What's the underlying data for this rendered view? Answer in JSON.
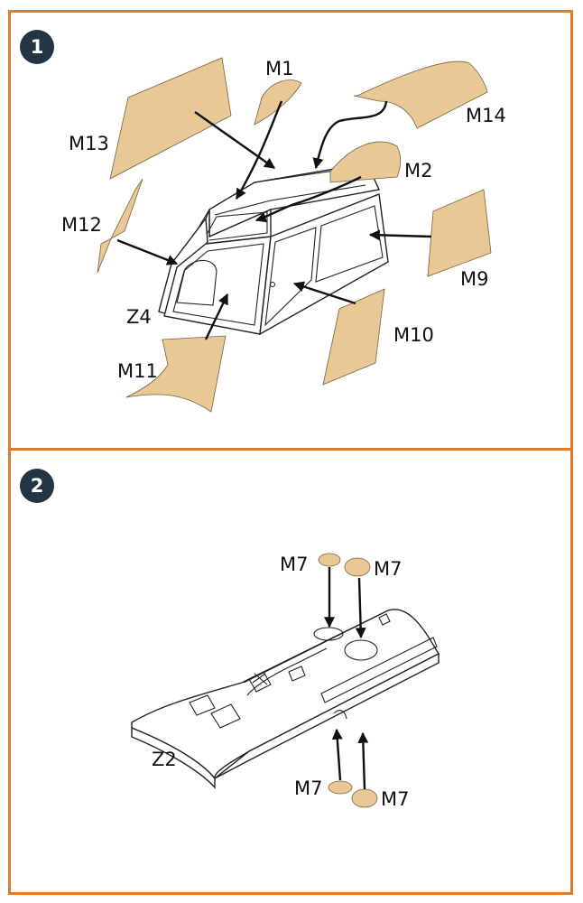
{
  "steps": [
    {
      "number": "1",
      "labels": {
        "m1": "M1",
        "m2": "M2",
        "m9": "M9",
        "m10": "M10",
        "m11": "M11",
        "m12": "M12",
        "m13": "M13",
        "m14": "M14",
        "z4": "Z4"
      }
    },
    {
      "number": "2",
      "labels": {
        "m7_top_left": "M7",
        "m7_top_right": "M7",
        "m7_bottom_left": "M7",
        "m7_bottom_right": "M7",
        "z2": "Z2"
      }
    }
  ],
  "colors": {
    "frame": "#e07a2a",
    "badge": "#233444",
    "mask_part": "#e8c894"
  }
}
